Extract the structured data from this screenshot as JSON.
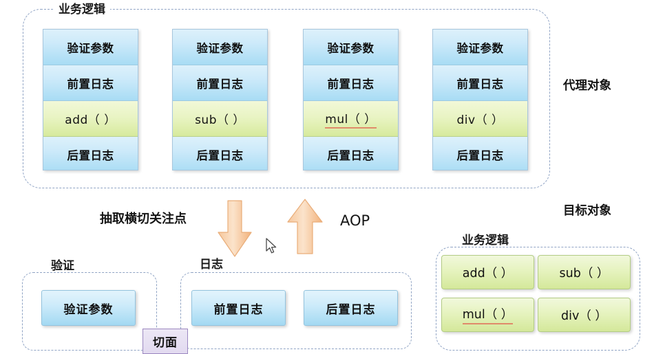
{
  "diagram": {
    "title_hidden": "Spring AOP proxy object diagram",
    "proxy_group": {
      "label": "业务逻辑",
      "side_label": "代理对象",
      "row_labels": {
        "validate": "验证参数",
        "before_log": "前置日志",
        "after_log": "后置日志"
      },
      "cards": [
        {
          "name": "card-add",
          "validate": "验证参数",
          "before_log": "前置日志",
          "method": "add（ ）",
          "method_underlined": false,
          "after_log": "后置日志"
        },
        {
          "name": "card-sub",
          "validate": "验证参数",
          "before_log": "前置日志",
          "method": "sub（ ）",
          "method_underlined": false,
          "after_log": "后置日志"
        },
        {
          "name": "card-mul",
          "validate": "验证参数",
          "before_log": "前置日志",
          "method": "mul（ ）",
          "method_underlined": true,
          "after_log": "后置日志"
        },
        {
          "name": "card-div",
          "validate": "验证参数",
          "before_log": "前置日志",
          "method": "div（ ）",
          "method_underlined": false,
          "after_log": "后置日志"
        }
      ]
    },
    "middle": {
      "extract_label": "抽取横切关注点",
      "aop_label": "AOP",
      "down_arrow_name": "down-arrow",
      "up_arrow_name": "up-arrow",
      "arrow_color": "#f5c08f"
    },
    "validate_group": {
      "label": "验证",
      "items": [
        "验证参数"
      ]
    },
    "log_group": {
      "label": "日志",
      "items": [
        "前置日志",
        "后置日志"
      ]
    },
    "aspect_chip": {
      "label": "切面"
    },
    "target_group": {
      "side_label": "目标对象",
      "label": "业务逻辑",
      "methods": [
        {
          "text": "add（ ）",
          "underlined": false
        },
        {
          "text": "sub（ ）",
          "underlined": false
        },
        {
          "text": "mul（ ）",
          "underlined": true
        },
        {
          "text": "div（ ）",
          "underlined": false
        }
      ]
    },
    "colors": {
      "blue_fill": "#cdeafa",
      "green_fill": "#e6f3bf",
      "dashed_border": "#8fa3c4",
      "arrow_fill": "#f5c08f",
      "aspect_fill": "#e2daf0"
    }
  }
}
